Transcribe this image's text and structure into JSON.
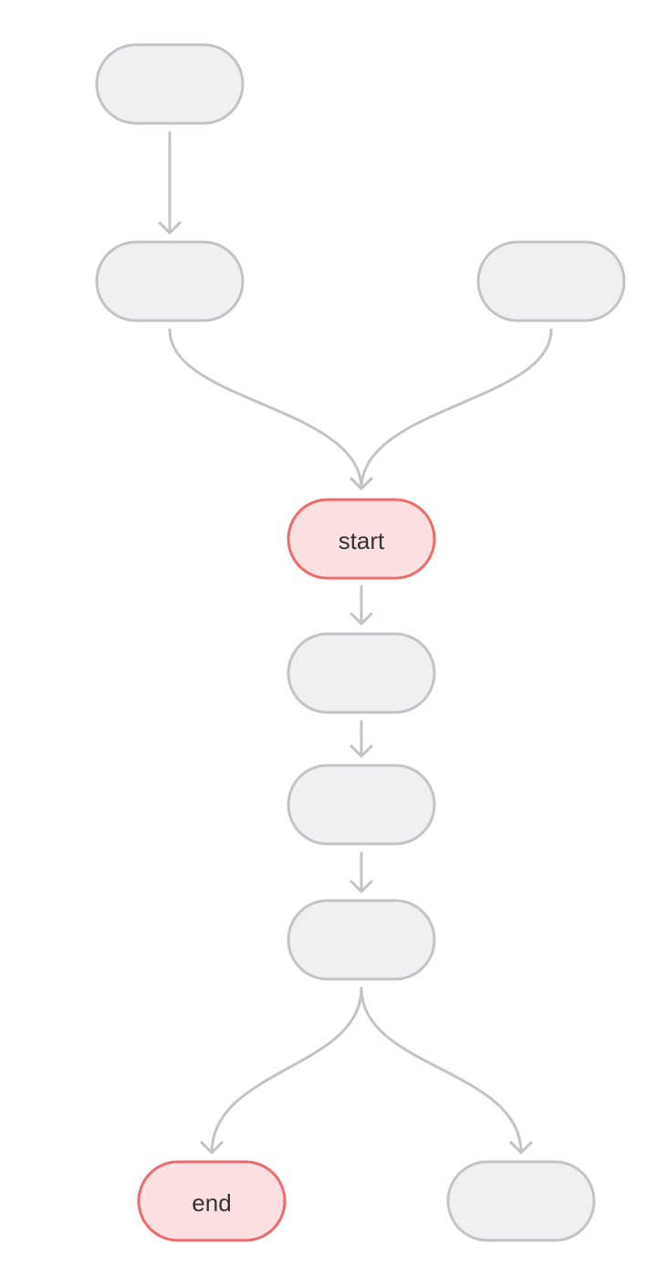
{
  "colors": {
    "node_fill": "#eff0f2",
    "node_stroke": "#c2c3c7",
    "highlight_fill": "#fde0e1",
    "highlight_stroke": "#ee6a6c",
    "edge": "#c2c3c7"
  },
  "nodes": [
    {
      "id": "n1",
      "label": "",
      "highlight": false
    },
    {
      "id": "n2",
      "label": "",
      "highlight": false
    },
    {
      "id": "n3",
      "label": "",
      "highlight": false
    },
    {
      "id": "start",
      "label": "start",
      "highlight": true
    },
    {
      "id": "n5",
      "label": "",
      "highlight": false
    },
    {
      "id": "n6",
      "label": "",
      "highlight": false
    },
    {
      "id": "n7",
      "label": "",
      "highlight": false
    },
    {
      "id": "end",
      "label": "end",
      "highlight": true
    },
    {
      "id": "n9",
      "label": "",
      "highlight": false
    }
  ],
  "edges": [
    {
      "from": "n1",
      "to": "n2"
    },
    {
      "from": "n2",
      "to": "start"
    },
    {
      "from": "n3",
      "to": "start"
    },
    {
      "from": "start",
      "to": "n5"
    },
    {
      "from": "n5",
      "to": "n6"
    },
    {
      "from": "n6",
      "to": "n7"
    },
    {
      "from": "n7",
      "to": "end"
    },
    {
      "from": "n7",
      "to": "n9"
    }
  ]
}
